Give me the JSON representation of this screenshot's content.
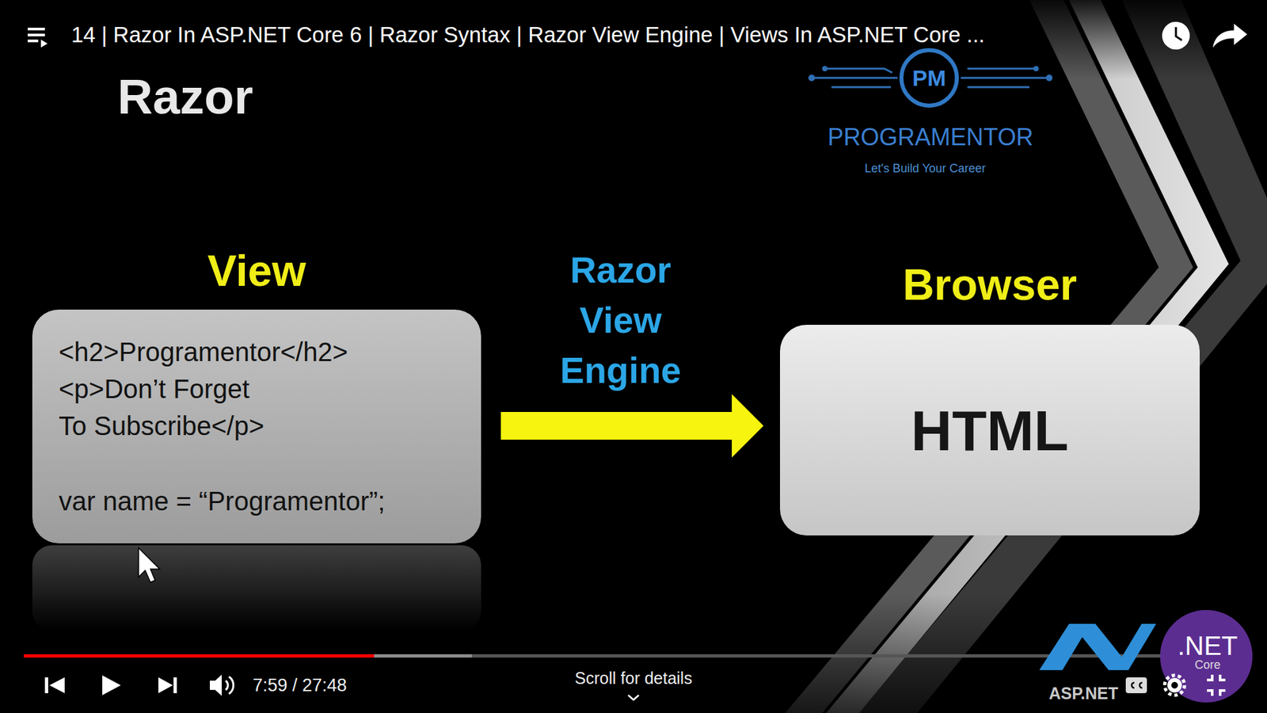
{
  "diagram": {
    "title": "14 | Razor In ASP.NET Core 6 | Razor Syntax | Razor View Engine | Views In ASP.NET Core ...",
    "nodes": [
      {
        "text": [
          "View",
          "<h2>Programentor</h2>",
          "<p>Don’t Forget To Subscribe</p>",
          "var name = “Programentor”;"
        ]
      },
      {
        "text": [
          "Browser",
          "HTML"
        ]
      }
    ],
    "edges": [
      {
        "from": 0,
        "to": 1,
        "arrow": "to",
        "label": "Razor View Engine"
      }
    ],
    "labels": [
      "Razor",
      "PM",
      "PROGRAMENTOR",
      "Let's Build Your Career",
      "7:59 / 27:48",
      "Scroll for details",
      "ASP.NET",
      ".NET",
      "Core"
    ]
  }
}
